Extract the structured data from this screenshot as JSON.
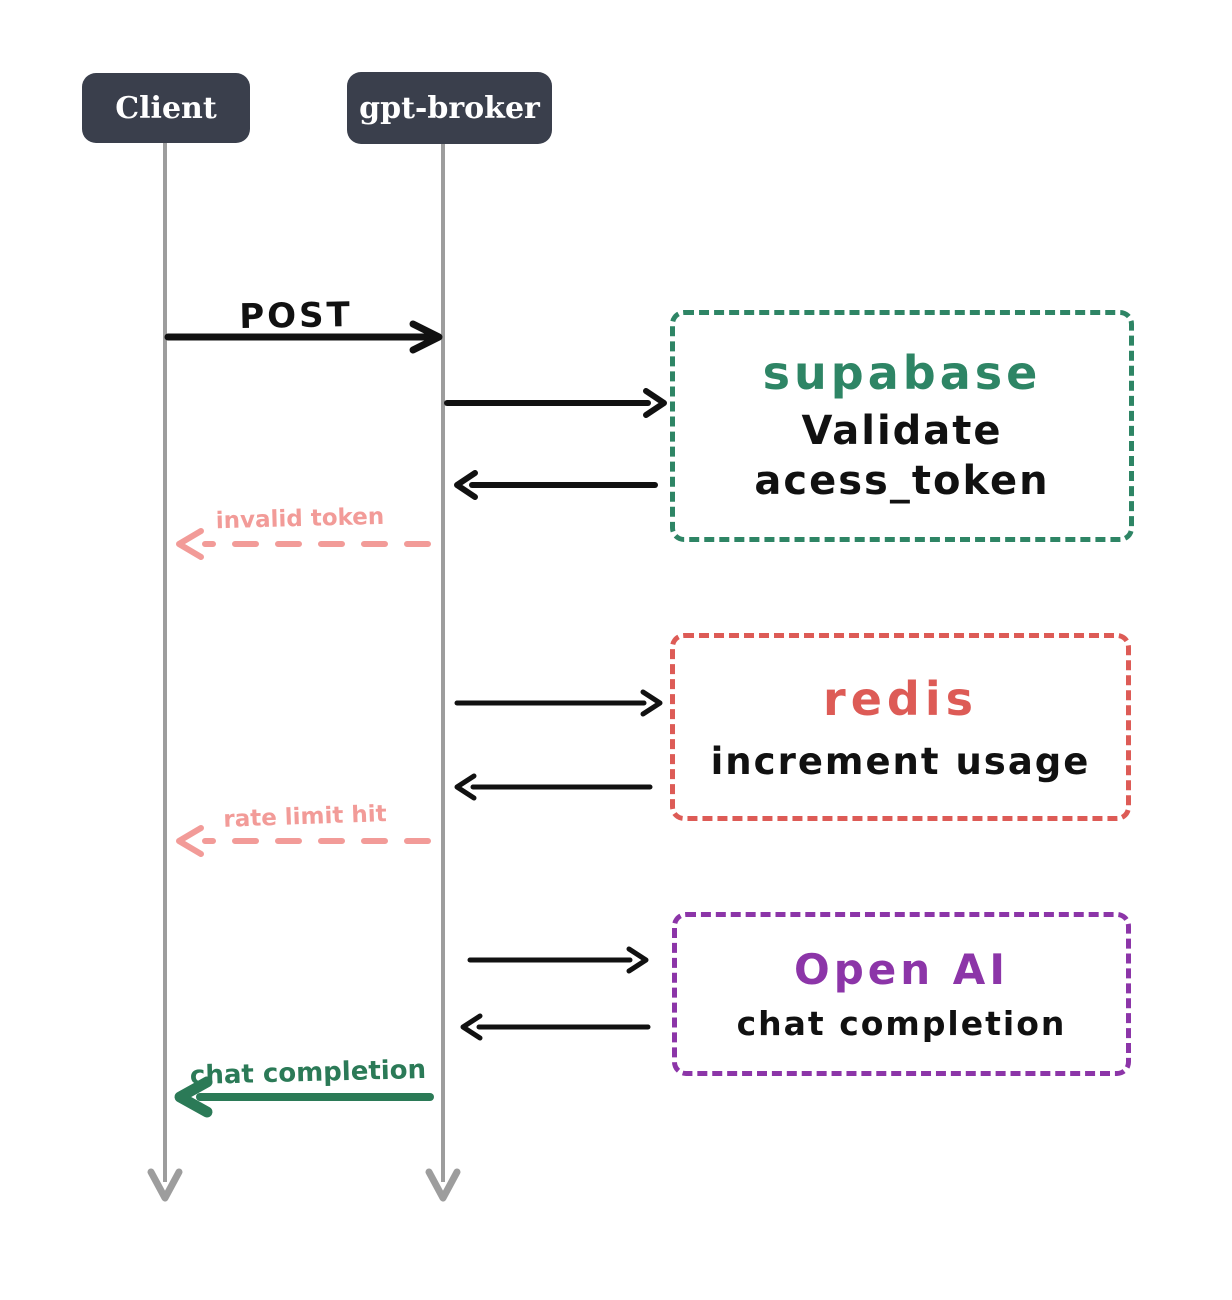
{
  "diagram": {
    "actors": [
      {
        "id": "client",
        "label": "Client"
      },
      {
        "id": "gpt-broker",
        "label": "gpt-broker"
      }
    ],
    "messages": [
      {
        "id": "post",
        "label": "POST",
        "from": "Client",
        "to": "gpt-broker",
        "style": "solid-black"
      },
      {
        "id": "invalid-token",
        "label": "invalid token",
        "from": "gpt-broker",
        "to": "Client",
        "style": "dashed-pink"
      },
      {
        "id": "rate-limit-hit",
        "label": "rate limit hit",
        "from": "gpt-broker",
        "to": "Client",
        "style": "dashed-pink"
      },
      {
        "id": "chat-completion",
        "label": "chat completion",
        "from": "gpt-broker",
        "to": "Client",
        "style": "solid-green"
      }
    ],
    "services": [
      {
        "id": "supabase",
        "title": "supabase",
        "lines": [
          "Validate",
          "acess_token"
        ],
        "color": "#2e8565"
      },
      {
        "id": "redis",
        "title": "redis",
        "lines": [
          "increment usage"
        ],
        "color": "#dd5b56"
      },
      {
        "id": "openai",
        "title": "Open AI",
        "lines": [
          "chat completion"
        ],
        "color": "#8c35a8"
      }
    ],
    "colors": {
      "actor_bg": "#3a3f4c",
      "actor_text": "#ffffff",
      "lifeline": "#9d9d9d",
      "message_black": "#111111",
      "pink": "#f29b98",
      "green_arrow": "#2b7a57",
      "supabase_green": "#2e8565",
      "redis_red": "#dd5b56",
      "openai_purple": "#8c35a8"
    }
  }
}
